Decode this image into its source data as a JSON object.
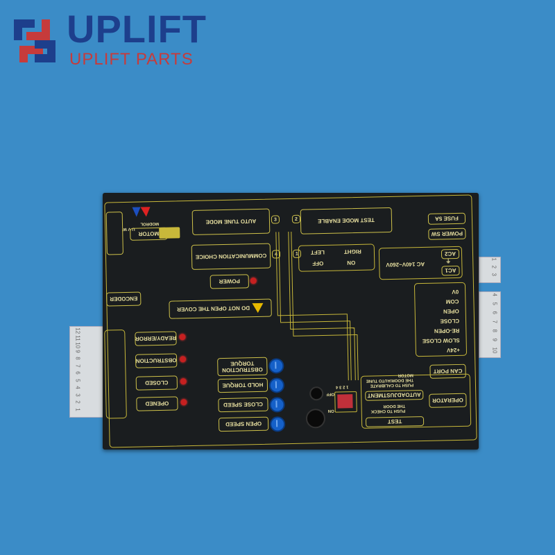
{
  "brand": {
    "name": "UPLIFT",
    "sub": "UPLIFT PARTS"
  },
  "board": {
    "brand_mark": "MODROL",
    "labels": {
      "test_mode_enable": "TEST MODE ENABLE",
      "auto_tune_mode": "AUTO TUNE MODE",
      "communication_choice": "COMMUNICATION CHOICE",
      "power": "POWER",
      "do_not_open": "DO NOT OPEN THE COVER",
      "encoder": "ENCODER",
      "motor": "MOTOR",
      "ready_error": "READY/ERROR",
      "obstruction": "OBSTRUCTION",
      "closed": "CLOSED",
      "opened": "OPENED",
      "obstruction_torque_1": "OBSTRUCTION",
      "obstruction_torque_2": "TORQUE",
      "hold_torque": "HOLD TORQUE",
      "close_speed": "CLOSE SPEED",
      "open_speed": "OPEN SPEED",
      "fuse": "FUSE 5A",
      "power_sw": "POWER SW",
      "ac_range": "AC 140V~260V",
      "ac2": "AC2",
      "ac1": "AC1",
      "plus24v": "+24V",
      "slow_close": "SLOW CLOSE",
      "re_open": "RE-OPEN",
      "close": "CLOSE",
      "open": "OPEN",
      "com": "COM",
      "zero_v": "0V",
      "can_port": "CAN PORT",
      "operator": "OPERATOR",
      "auto_adj": "AUTOADJUSTMENT",
      "push_calibrate": "PUSH TO CALIBRATE\nTHE DOOR/AUTO TUNE\nMOTOR",
      "test": "TEST",
      "push_check": "PUSH TO CHECK\nTHE DOOR",
      "right": "RIGHT",
      "left": "LEFT",
      "on": "ON",
      "off": "OFF",
      "dip_nums": "1 2 3 4",
      "dip_on": "ON",
      "dip_off": "OFF",
      "num1": "1",
      "num2": "2",
      "num3": "3",
      "num4": "4",
      "uvw": "U V W",
      "earth": "⏚"
    },
    "left_pins": [
      "12",
      "11",
      "10",
      "9",
      "8",
      "7",
      "6",
      "5",
      "4",
      "3",
      "2",
      "1"
    ],
    "right_pins_top": [
      "1",
      "2",
      "3"
    ],
    "right_pins_bottom": [
      "4",
      "5",
      "6",
      "7",
      "8",
      "9",
      "10"
    ]
  }
}
